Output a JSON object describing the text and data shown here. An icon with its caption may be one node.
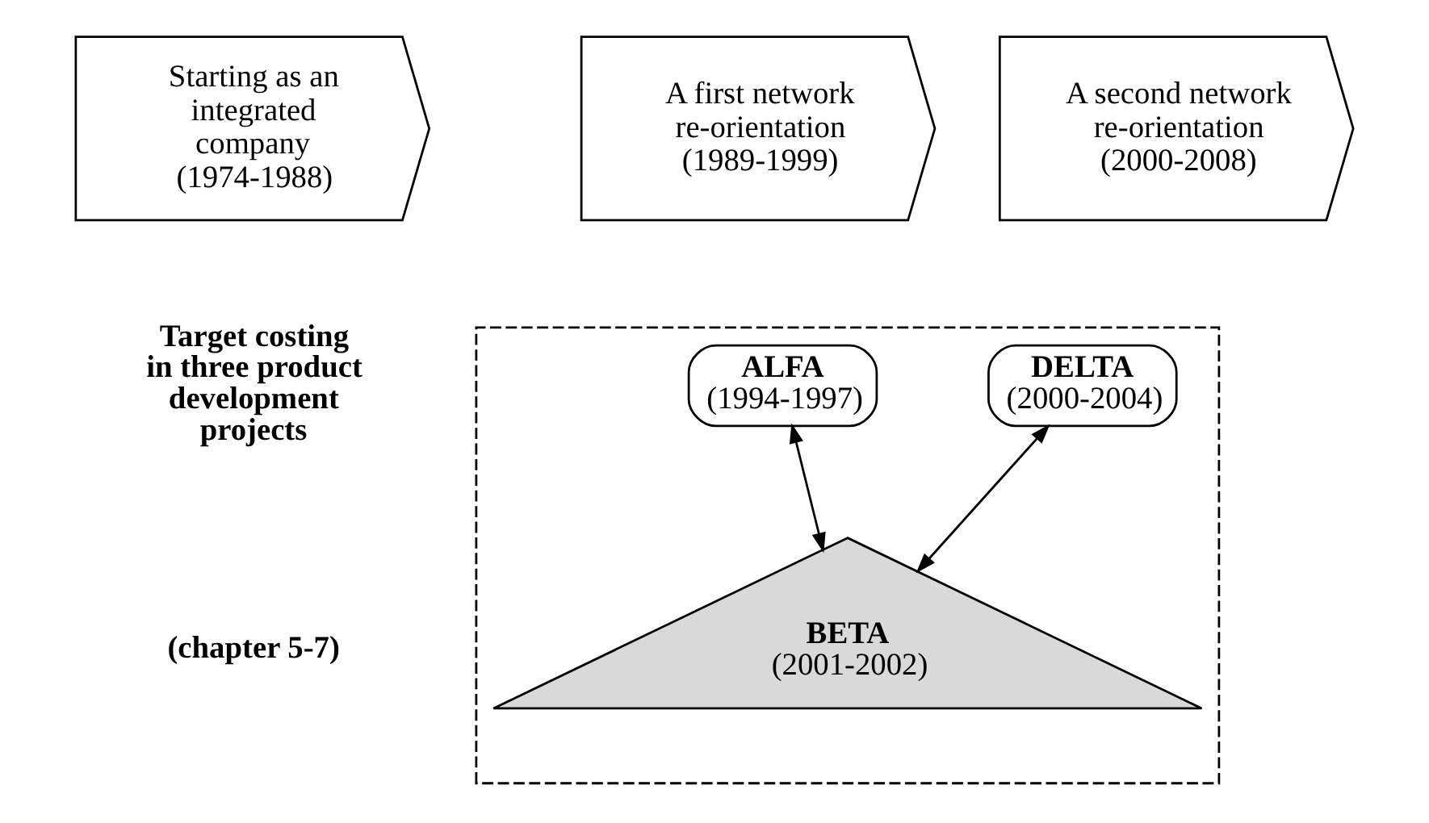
{
  "diagram": {
    "nodes": [
      {
        "text": [
          "Starting as an integrated company (1974-1988)"
        ]
      },
      {
        "text": [
          "A first network re-orientation (1989-1999)"
        ]
      },
      {
        "text": [
          "A second network re-orientation (2000-2008)"
        ]
      },
      {
        "text": [],
        "shape": "box"
      },
      {
        "text": [
          "ALFA",
          "(1994-1997)"
        ],
        "in": 3
      },
      {
        "text": [
          "DELTA",
          "(2000-2004)"
        ],
        "in": 3
      },
      {
        "text": [
          "BETA",
          "(2001-2002)"
        ],
        "in": 3
      }
    ],
    "edges": [
      {
        "from": 4,
        "to": 6,
        "arrow": "both"
      },
      {
        "from": 5,
        "to": 6,
        "arrow": "both"
      }
    ],
    "labels": [
      "Target costing in three product development projects",
      "(chapter 5-7)"
    ]
  }
}
